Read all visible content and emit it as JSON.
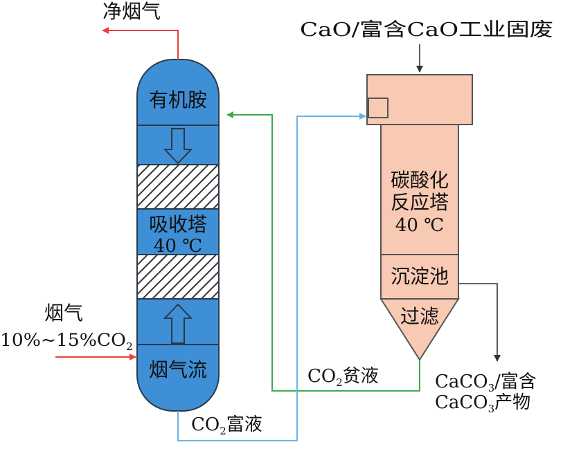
{
  "colors": {
    "column_blue": "#3f8fd6",
    "column_outline": "#2a3a4a",
    "reactor_pink": "#f8c9b3",
    "reactor_outline": "#555555",
    "flue_red": "#e8423a",
    "lean_green": "#3caa4a",
    "rich_blue": "#6ab4e6",
    "arrow_dark": "#333333"
  },
  "absorber": {
    "top_label": "有机胺",
    "middle_label": "吸收塔",
    "middle_temp": "40 ℃",
    "bottom_label": "烟气流"
  },
  "reactor": {
    "label_line1": "碳酸化",
    "label_line2": "反应塔",
    "temp": "40 ℃",
    "settling_label": "沉淀池",
    "filter_label": "过滤"
  },
  "streams": {
    "clean_gas": "净烟气",
    "flue_gas_line1": "烟气",
    "flue_gas_line2_prefix": "10%~15%CO",
    "flue_gas_line2_sub": "2",
    "feed": "CaO/富含CaO工业固废",
    "lean_co": "CO",
    "lean_sub": "2",
    "lean_suffix": "贫液",
    "rich_co": "CO",
    "rich_sub": "2",
    "rich_suffix": "富液",
    "product_line1_a": "CaCO",
    "product_line1_sub": "3",
    "product_line1_b": "/富含",
    "product_line2_a": "CaCO",
    "product_line2_sub": "3",
    "product_line2_b": "产物"
  }
}
